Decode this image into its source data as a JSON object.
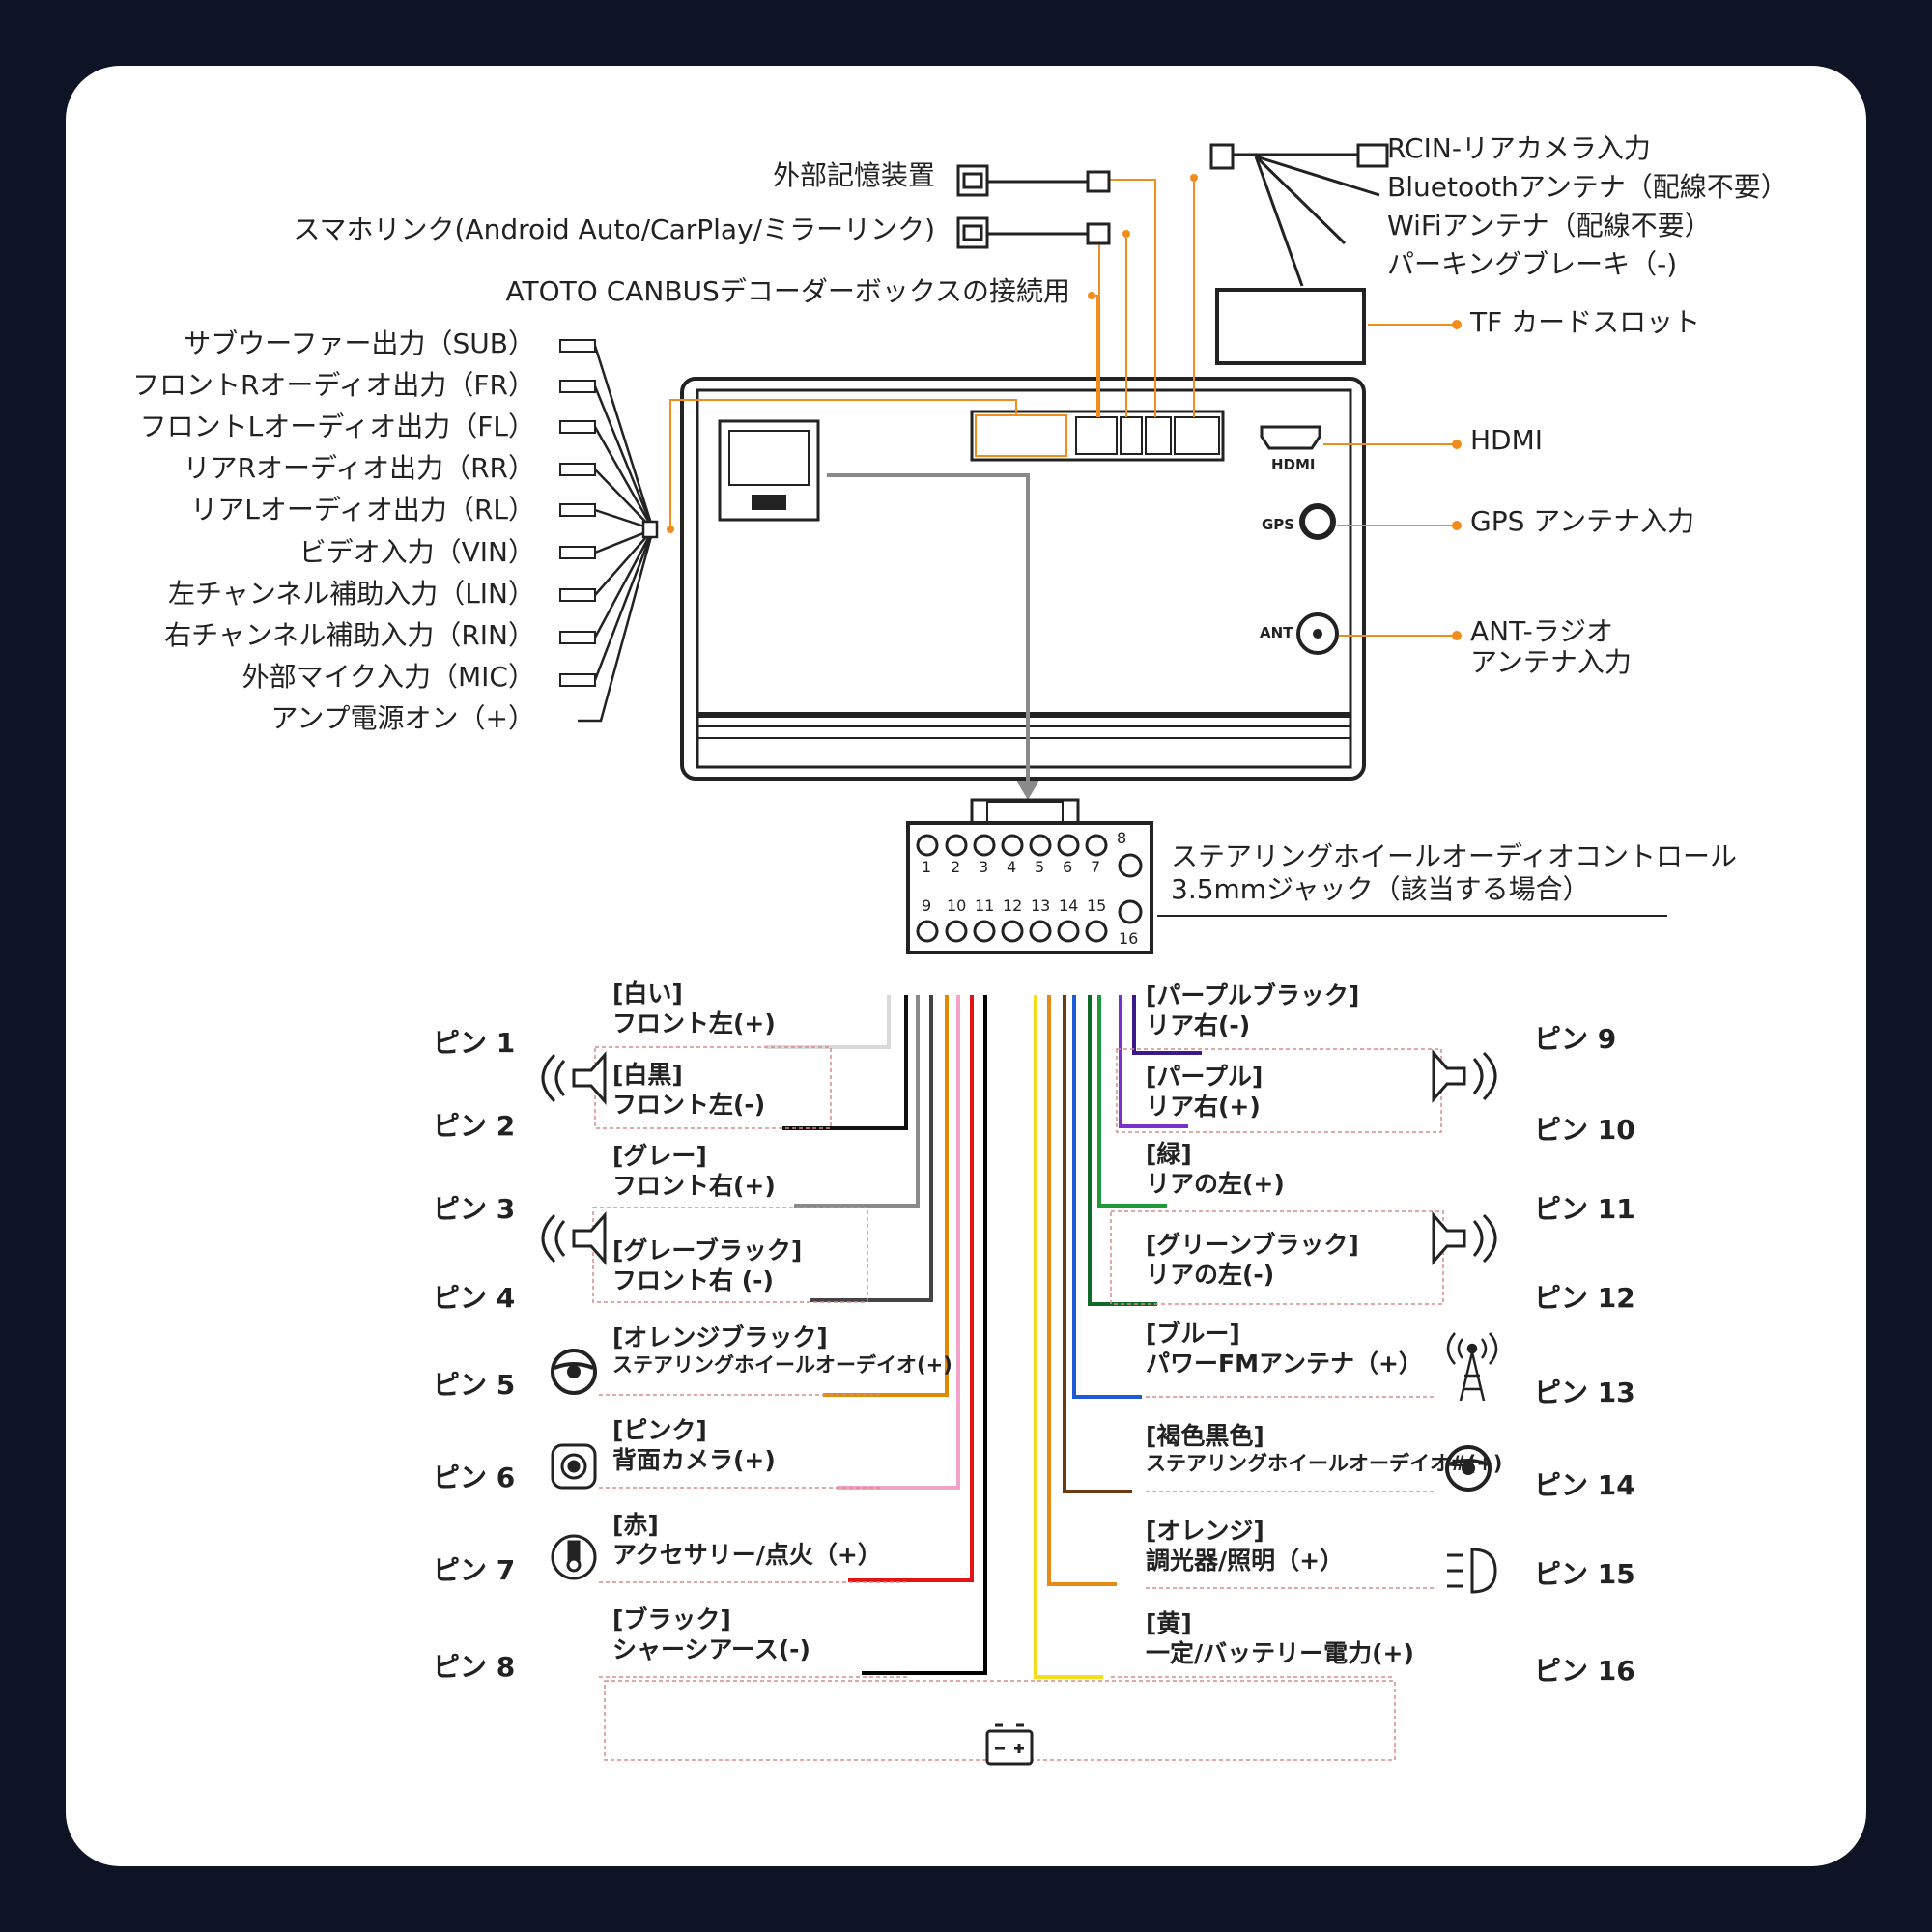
{
  "top_labels": {
    "external_storage": "外部記憶装置",
    "smartphone_link": "スマホリンク(Android Auto/CarPlay/ミラーリンク)",
    "canbus": "ATOTO CANBUSデコーダーボックスの接続用",
    "rcin": "RCIN-リアカメラ入力",
    "bluetooth": "Bluetoothアンテナ（配線不要）",
    "wifi": "WiFiアンテナ（配線不要）",
    "parking": "パーキングブレーキ（-)"
  },
  "right_labels": {
    "tf_card": "TF カードスロット",
    "hdmi": "HDMI",
    "gps": "GPS アンテナ入力",
    "ant_line1": "ANT-ラジオ",
    "ant_line2": "アンテナ入力"
  },
  "chip_labels": {
    "hdmi": "HDMI",
    "gps": "GPS",
    "ant": "ANT"
  },
  "rca_outputs": [
    "サブウーファー出力（SUB）",
    "フロントRオーディオ出力（FR）",
    "フロントLオーディオ出力（FL）",
    "リアRオーディオ出力（RR）",
    "リアLオーディオ出力（RL）",
    "ビデオ入力（VIN）",
    "左チャンネル補助入力（LIN）",
    "右チャンネル補助入力（RIN）",
    "外部マイク入力（MIC）",
    "アンプ電源オン（+）"
  ],
  "connector": {
    "top_pins": [
      "1",
      "2",
      "3",
      "4",
      "5",
      "6",
      "7"
    ],
    "pin8": "8",
    "bottom_pins": [
      "9",
      "10",
      "11",
      "12",
      "13",
      "14",
      "15"
    ],
    "pin16": "16",
    "steering_jack_line1": "ステアリングホイールオーディオコントロール",
    "steering_jack_line2": "3.5mmジャック（該当する場合）"
  },
  "left_pins": [
    {
      "pin": "ピン 1",
      "color": "[白い]",
      "func": "フロント左(+)",
      "wire": "#d9d9d9"
    },
    {
      "pin": "ピン 2",
      "color": "[白黒]",
      "func": "フロント左(-)",
      "wire": "#111111"
    },
    {
      "pin": "ピン 3",
      "color": "[グレー]",
      "func": "フロント右(+)",
      "wire": "#8a8a8a"
    },
    {
      "pin": "ピン 4",
      "color": "[グレーブラック]",
      "func": "フロント右 (-)",
      "wire": "#444444"
    },
    {
      "pin": "ピン 5",
      "color": "[オレンジブラック]",
      "func": "ステアリングホイールオーデイオ(+)",
      "wire": "#e08a00"
    },
    {
      "pin": "ピン 6",
      "color": "[ピンク]",
      "func": "背面カメラ(+)",
      "wire": "#f2a2c8"
    },
    {
      "pin": "ピン 7",
      "color": "[赤]",
      "func": "アクセサリー/点火（+）",
      "wire": "#e31313"
    },
    {
      "pin": "ピン 8",
      "color": "[ブラック]",
      "func": "シャーシアース(-)",
      "wire": "#000000"
    }
  ],
  "right_pins": [
    {
      "pin": "ピン 9",
      "color": "[パープルブラック]",
      "func": "リア右(-)",
      "wire": "#3a1a8a"
    },
    {
      "pin": "ピン 10",
      "color": "[パープル]",
      "func": "リア右(+)",
      "wire": "#7a2fd0"
    },
    {
      "pin": "ピン 11",
      "color": "[緑]",
      "func": "リアの左(+)",
      "wire": "#1f9a3a"
    },
    {
      "pin": "ピン 12",
      "color": "[グリーンブラック]",
      "func": "リアの左(-)",
      "wire": "#0f6a2a"
    },
    {
      "pin": "ピン 13",
      "color": "[ブルー]",
      "func": "パワーFMアンテナ（+）",
      "wire": "#1f5ad8"
    },
    {
      "pin": "ピン 14",
      "color": "[褐色黒色]",
      "func": "ステアリングホイールオーデイオ#(+)",
      "wire": "#6a3a10"
    },
    {
      "pin": "ピン 15",
      "color": "[オレンジ]",
      "func": "調光器/照明（+）",
      "wire": "#e88a18"
    },
    {
      "pin": "ピン 16",
      "color": "[黄]",
      "func": "一定/バッテリー電力(+)",
      "wire": "#f7dc1a"
    }
  ],
  "colors": {
    "accent_orange": "#f28c1c",
    "frame": "#222222",
    "background": "#0e1325",
    "card": "#ffffff",
    "dashed": "#d98a8a"
  },
  "icons": [
    "speaker-icon",
    "steering-wheel-icon",
    "camera-icon",
    "ignition-key-icon",
    "battery-icon",
    "antenna-icon",
    "headlight-icon",
    "hdmi-port-icon",
    "usb-plug-icon"
  ]
}
